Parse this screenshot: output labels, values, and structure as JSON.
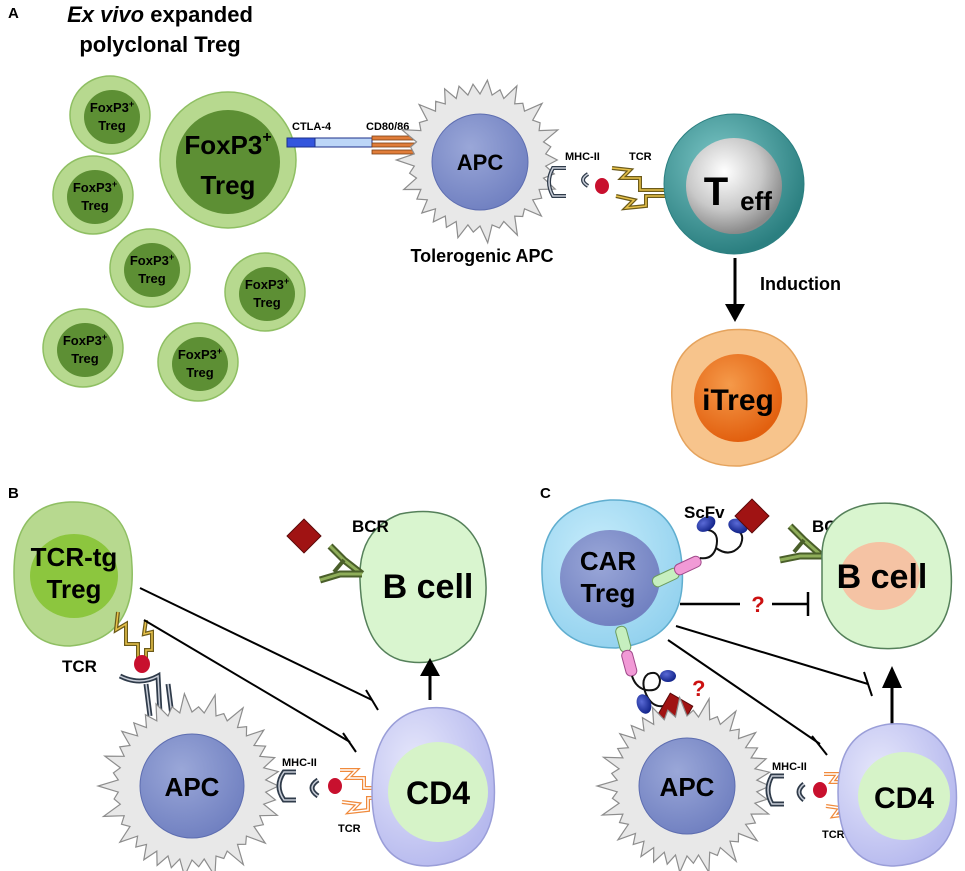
{
  "panelA": {
    "letter": "A",
    "title_italic": "Ex vivo",
    "title_rest": " expanded",
    "title_line2": "polyclonal Treg",
    "small_treg_top": "FoxP3",
    "treg_sup": "+",
    "small_treg_bottom": "Treg",
    "big_treg_top": "FoxP3",
    "big_treg_bottom": "Treg",
    "ctla4": "CTLA-4",
    "cd8086": "CD80/86",
    "apc": "APC",
    "tolerogenic_apc": "Tolerogenic APC",
    "mhc": "MHC-II",
    "tcr": "TCR",
    "teff_main": "T",
    "teff_sub": "eff",
    "induction": "Induction",
    "itreg": "iTreg"
  },
  "panelB": {
    "letter": "B",
    "tcrtg_line1": "TCR-tg",
    "tcrtg_line2": "Treg",
    "tcr": "TCR",
    "bcr": "BCR",
    "bcell": "B cell",
    "apc": "APC",
    "mhc": "MHC-II",
    "tcr2": "TCR",
    "cd4": "CD4"
  },
  "panelC": {
    "letter": "C",
    "car_line1": "CAR",
    "car_line2": "Treg",
    "scfv": "ScFv",
    "bcr": "BCR",
    "bcell": "B cell",
    "question": "?",
    "apc": "APC",
    "mhc": "MHC-II",
    "tcr": "TCR",
    "cd4": "CD4"
  },
  "colors": {
    "treg_outer": "#b7d98f",
    "treg_inner": "#5d8f34",
    "apc_body": "#e8e8e8",
    "apc_nucleus": "#7e8ec8",
    "teff_outer": "#3e9a9a",
    "itreg_outer": "#f7c48c",
    "itreg_inner": "#ee6f1d",
    "bcell": "#d9f5cf",
    "cd4_outer": "#cbcdf3",
    "cd4_inner": "#d6f3c8",
    "car_outer": "#a5dbf2",
    "car_inner": "#7c85c0",
    "antigen": "#a01313",
    "question": "#cc1111"
  }
}
